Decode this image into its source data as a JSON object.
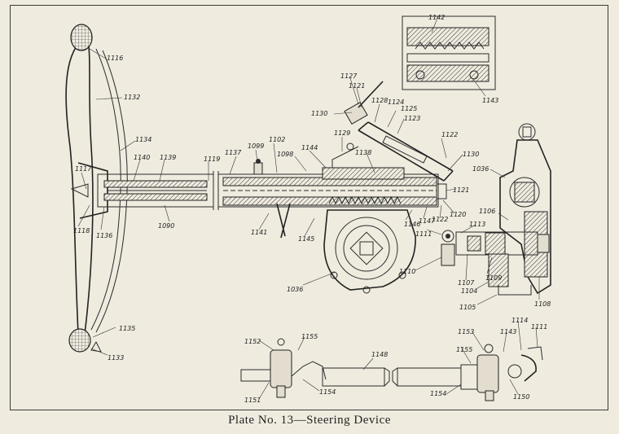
{
  "caption": "Plate No. 13—Steering Device",
  "part_numbers": {
    "p1116": "1116",
    "p1132": "1132",
    "p1134": "1134",
    "p1117": "1117",
    "p1140": "1140",
    "p1139": "1139",
    "p1119": "1119",
    "p1137": "1137",
    "p1118": "1118",
    "p1136": "1136",
    "p1090": "1090",
    "p1099": "1099",
    "p1102": "1102",
    "p1098": "1098",
    "p1144": "1144",
    "p1129": "1129",
    "p1138": "1138",
    "p1127": "1127",
    "p1121a": "1121",
    "p1128": "1128",
    "p1124": "1124",
    "p1125": "1125",
    "p1123": "1123",
    "p1130a": "1130",
    "p1122a": "1122",
    "p1130b": "1130",
    "p1121b": "1121",
    "p1142": "1142",
    "p1143a": "1143",
    "p1036a": "1036",
    "p1106": "1106",
    "p1113": "1113",
    "p1111a": "1111",
    "p1146": "1146",
    "p1147": "1147",
    "p1122b": "1122",
    "p1120": "1120",
    "p1141": "1141",
    "p1145": "1145",
    "p1110": "1110",
    "p1107": "1107",
    "p1109": "1109",
    "p1104": "1104",
    "p1105": "1105",
    "p1108": "1108",
    "p1036b": "1036",
    "p1135": "1135",
    "p1133": "1133",
    "p1152": "1152",
    "p1155a": "1155",
    "p1148": "1148",
    "p1153": "1153",
    "p1155b": "1155",
    "p1143b": "1143",
    "p1114": "1114",
    "p1111b": "1111",
    "p1151": "1151",
    "p1154a": "1154",
    "p1154b": "1154",
    "p1150": "1150"
  }
}
